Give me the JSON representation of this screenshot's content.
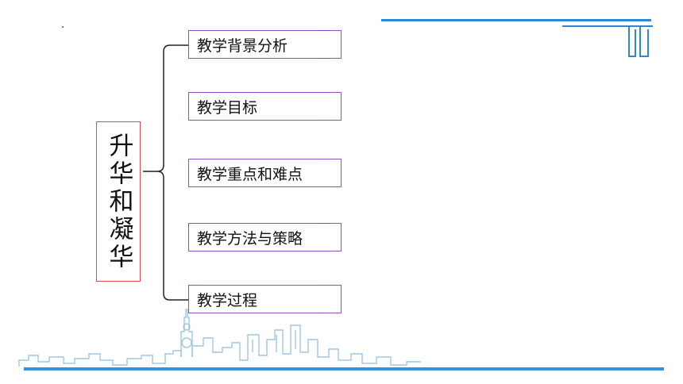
{
  "diagram": {
    "central_node": "升华和凝华",
    "items": [
      {
        "label": "教学背景分析"
      },
      {
        "label": "教学目标"
      },
      {
        "label": "教学重点和难点"
      },
      {
        "label": "教学方法与策略"
      },
      {
        "label": "教学过程"
      }
    ]
  },
  "colors": {
    "accent_blue": "#2e86d6",
    "central_border": "#e0484a",
    "item_border": "#8a52c4"
  },
  "icons": [
    "corner-logo-icon",
    "city-skyline-icon"
  ]
}
